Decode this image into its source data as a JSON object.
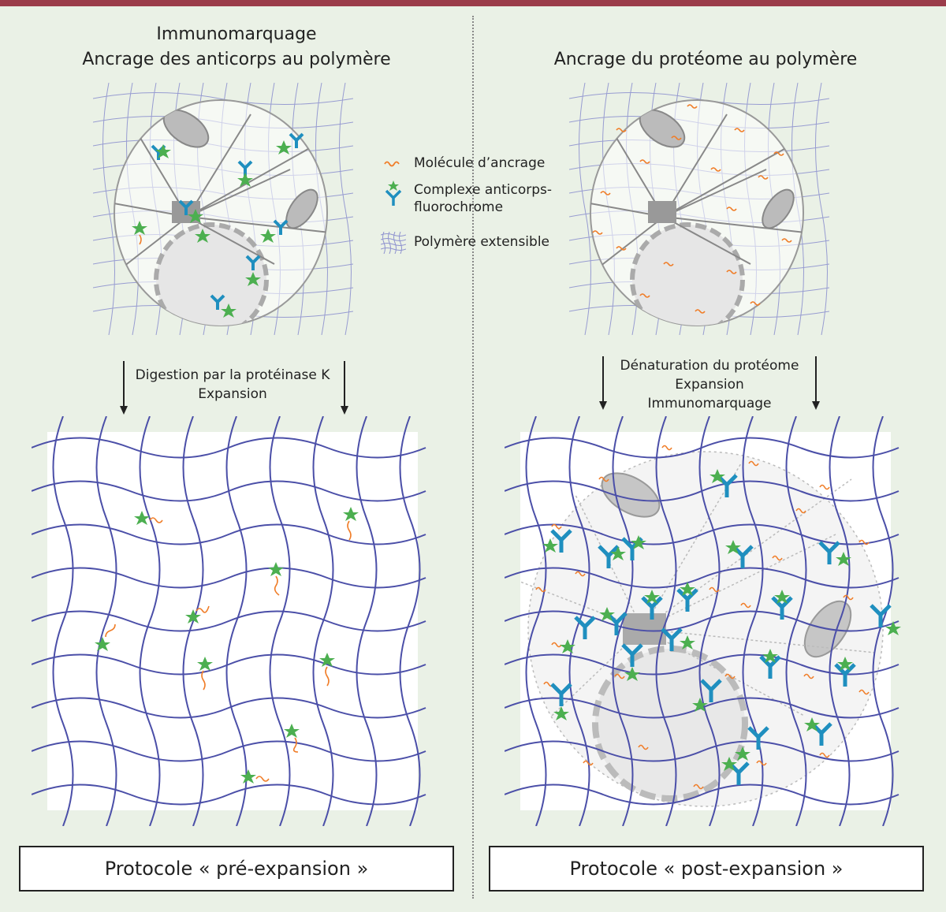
{
  "left": {
    "title_line1": "Immunomarquage",
    "title_line2": "Ancrage des anticorps au polymère",
    "step_line1": "Digestion par la protéinase K",
    "step_line2": "Expansion",
    "protocol_label": "Protocole « pré-expansion »"
  },
  "right": {
    "title": "Ancrage du protéome au polymère",
    "step_line1": "Dénaturation du protéome",
    "step_line2": "Expansion",
    "step_line3": "Immunomarquage",
    "protocol_label": "Protocole « post-expansion »"
  },
  "legend": {
    "anchor": "Molécule d’ancrage",
    "complex_line1": "Complexe anticorps-",
    "complex_line2": "fluorochrome",
    "polymer": "Polymère extensible"
  },
  "colors": {
    "top_bar": "#9b3c4a",
    "background": "#eaf1e6",
    "mesh": "#4b4fa8",
    "mesh_light": "#8f93cf",
    "fluorochrome": "#4caf50",
    "antibody": "#1f8fbf",
    "anchor": "#f07d28"
  }
}
